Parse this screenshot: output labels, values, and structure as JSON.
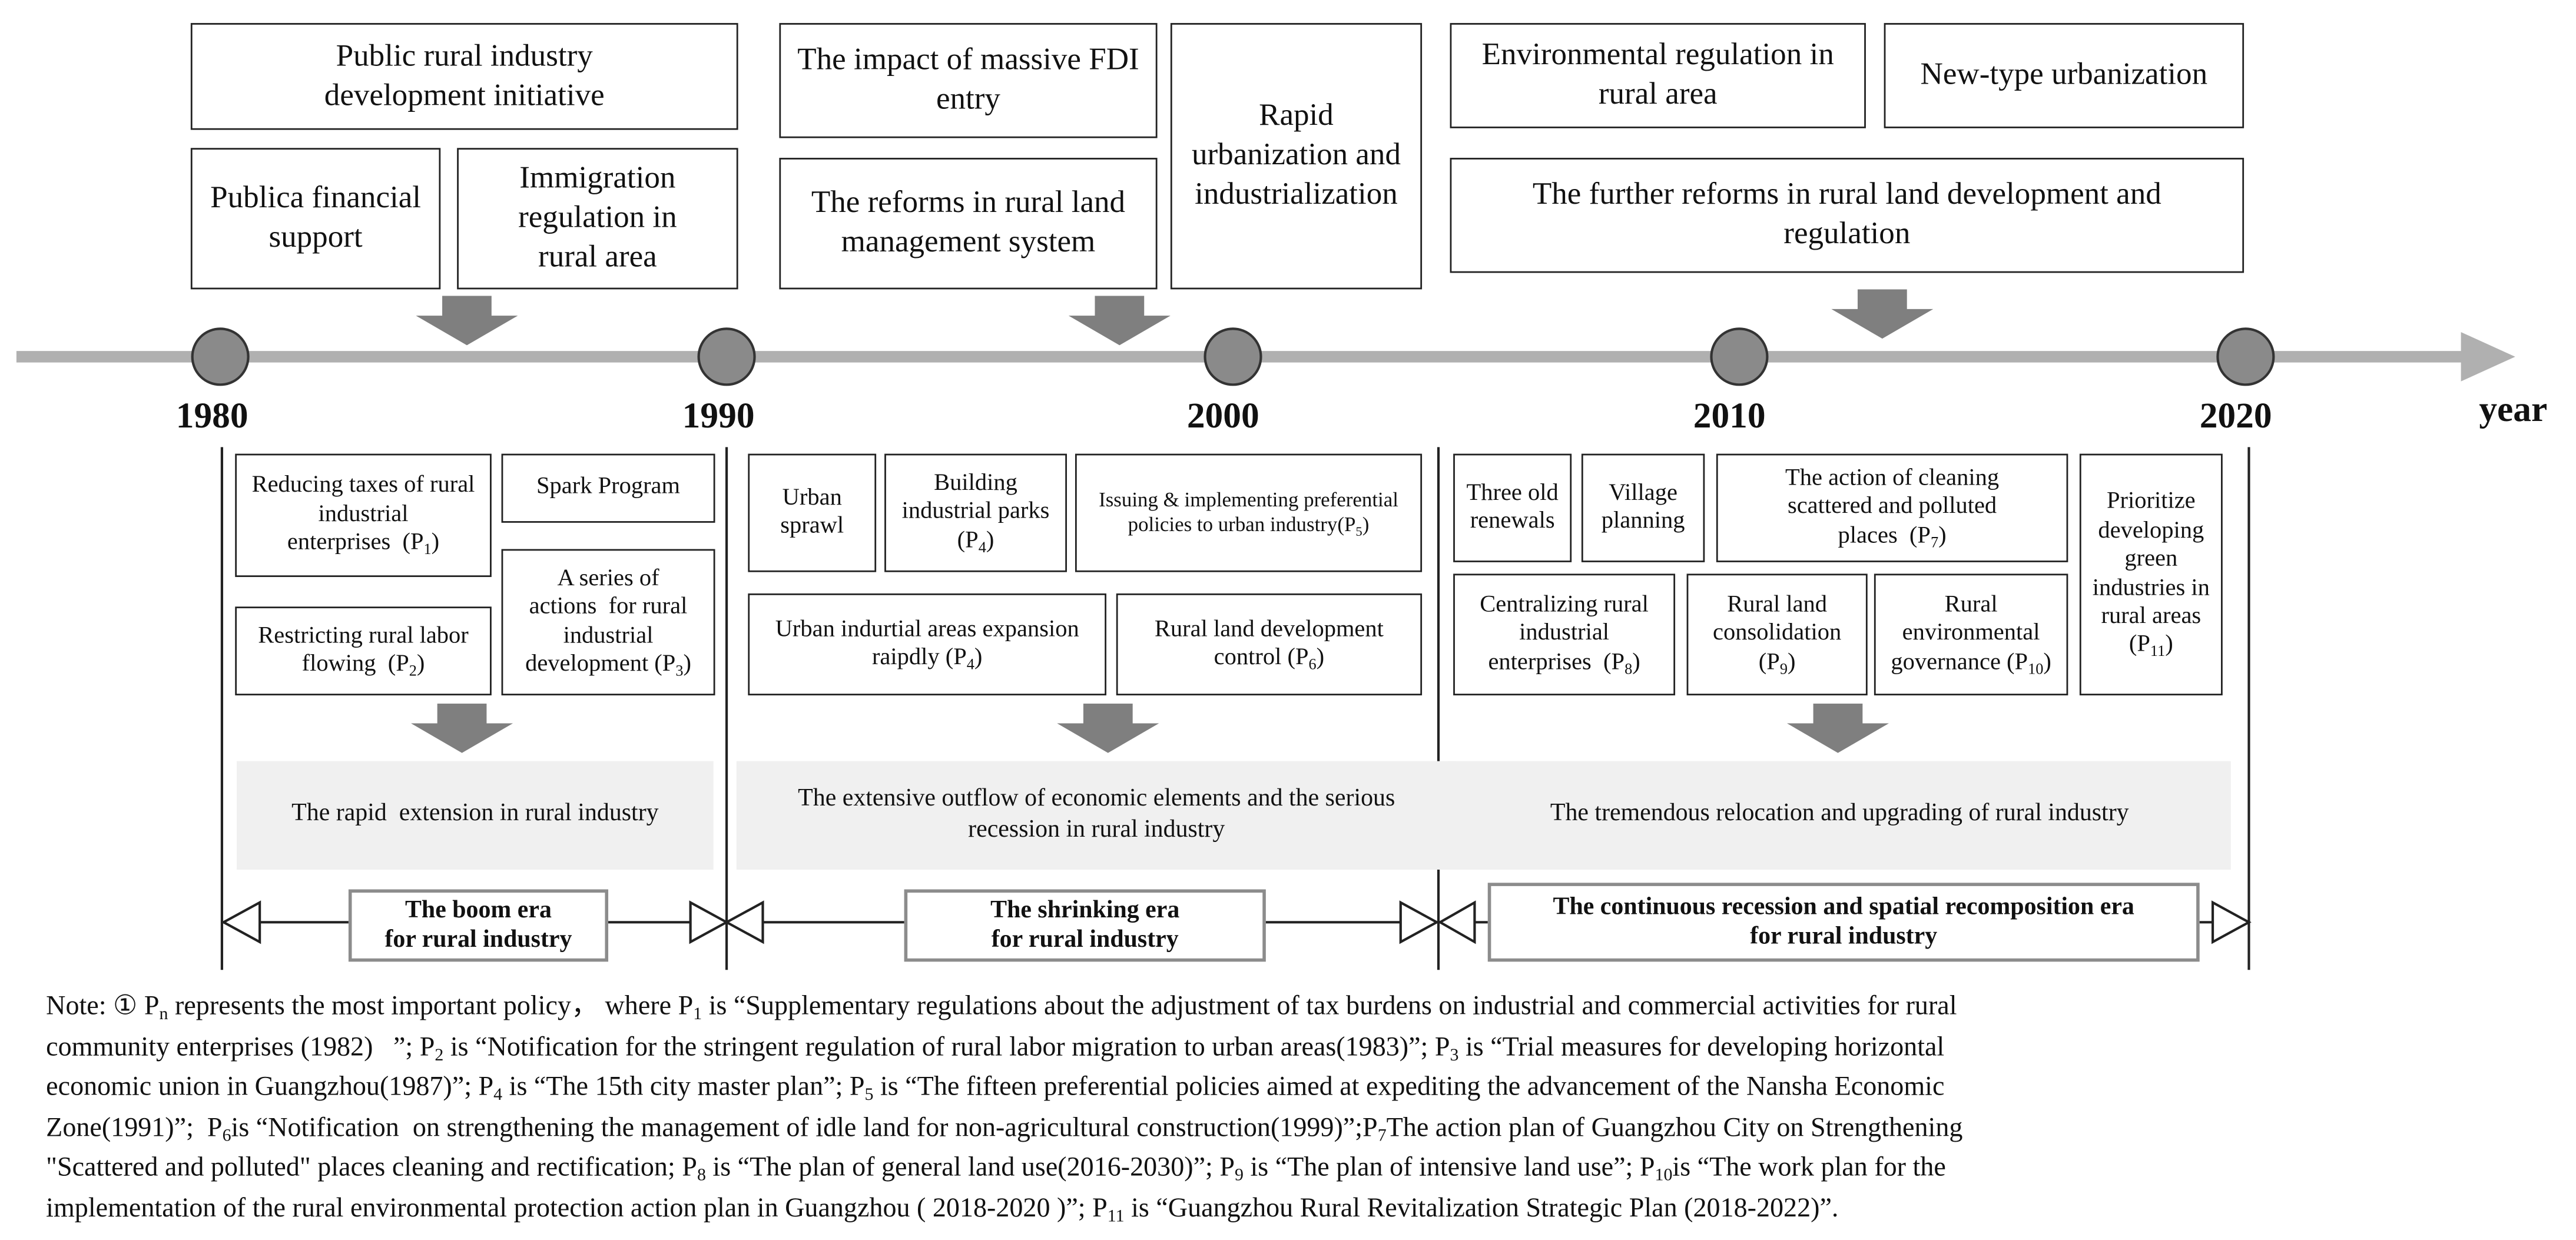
{
  "timeline": {
    "axis_label": "year",
    "years": [
      "1980",
      "1990",
      "2000",
      "2010",
      "2020"
    ]
  },
  "top": {
    "public_initiative": "Public rural industry development initiative",
    "financial_support": "Publica financial support",
    "immigration": "Immigration regulation in rural area",
    "fdi": "The impact of massive FDI entry",
    "reforms_land": "The reforms in rural land management system",
    "rapid_urbanization": "Rapid urbanization and industrialization",
    "env_regulation": "Environmental regulation in rural area",
    "new_urbanization": "New-type urbanization",
    "further_reforms": "The further reforms in rural land development and regulation"
  },
  "policies": {
    "p1": "Reducing taxes of rural industrial enterprises  (P",
    "p1_sub": "1",
    "spark": "Spark Program",
    "p2": "Restricting rural labor flowing  (P",
    "p2_sub": "2",
    "p3": "A series of actions  for rural industrial development (P",
    "p3_sub": "3",
    "urban_sprawl": "Urban sprawl",
    "p4a": "Building industrial parks (P",
    "p4a_sub": "4",
    "p5": "Issuing & implementing preferential policies to urban industry(P",
    "p5_sub": "5",
    "p4b": "Urban indurtial areas expansion raipdly (P",
    "p4b_sub": "4",
    "p6": "Rural land development control (P",
    "p6_sub": "6",
    "three_old": "Three old renewals",
    "village": "Village planning",
    "p7": "The action of cleaning scattered and polluted places  (P",
    "p7_sub": "7",
    "p8": "Centralizing rural industrial enterprises  (P",
    "p8_sub": "8",
    "p9": "Rural land consolidation (P",
    "p9_sub": "9",
    "p10": "Rural environmental governance (P",
    "p10_sub": "10",
    "p11": "Prioritize developing green industries in rural areas (P",
    "p11_sub": "11",
    "close": ")"
  },
  "outcomes": {
    "boom": "The rapid  extension in rural industry",
    "shrink": "The extensive outflow of economic elements and the serious recession in rural industry",
    "reloc": "The tremendous relocation and upgrading of rural industry"
  },
  "eras": {
    "boom_l1": "The boom era",
    "boom_l2": "for rural industry",
    "shrink_l1": "The shrinking era",
    "shrink_l2": "for rural industry",
    "cont_l1": "The continuous recession and spatial recomposition era",
    "cont_l2": "for rural industry"
  },
  "note": [
    [
      {
        "t": "Note: ① P"
      },
      {
        "s": "n"
      },
      {
        "t": " represents the most important policy， where P"
      },
      {
        "s": "1"
      },
      {
        "t": " is “Supplementary regulations about the adjustment of tax burdens on industrial and commercial activities for rural"
      }
    ],
    [
      {
        "t": "community enterprises (1982)   ”; P"
      },
      {
        "s": "2"
      },
      {
        "t": " is “Notification for the stringent regulation of rural labor migration to urban areas(1983)”; P"
      },
      {
        "s": "3"
      },
      {
        "t": " is “Trial measures for developing horizontal"
      }
    ],
    [
      {
        "t": "economic union in Guangzhou(1987)”; P"
      },
      {
        "s": "4"
      },
      {
        "t": " is “The 15th city master plan”; P"
      },
      {
        "s": "5"
      },
      {
        "t": " is “The fifteen preferential policies aimed at expediting the advancement of the Nansha Economic"
      }
    ],
    [
      {
        "t": "Zone(1991)”;  P"
      },
      {
        "s": "6"
      },
      {
        "t": "is “Notification  on strengthening the management of idle land for non-agricultural construction(1999)”;P"
      },
      {
        "s": "7"
      },
      {
        "t": "The action plan of Guangzhou City on Strengthening"
      }
    ],
    [
      {
        "t": "\"Scattered and polluted\" places cleaning and rectification; P"
      },
      {
        "s": "8"
      },
      {
        "t": " is “The plan of general land use(2016-2030)”; P"
      },
      {
        "s": "9"
      },
      {
        "t": " is “The plan of intensive land use”; P"
      },
      {
        "s": "10"
      },
      {
        "t": "is “The work plan for the"
      }
    ],
    [
      {
        "t": "implementation of the rural environmental protection action plan in Guangzhou ( 2018-2020 )”; P"
      },
      {
        "s": "11"
      },
      {
        "t": " is “Guangzhou Rural Revitalization Strategic Plan (2018-2022)”."
      }
    ]
  ],
  "colors": {
    "axis": "#b0b0b0",
    "node": "#8a8a8a",
    "block_arrow": "#7f7f7f",
    "outcome_fill": "#f0f0f0",
    "era_border": "#8c8c8c"
  }
}
